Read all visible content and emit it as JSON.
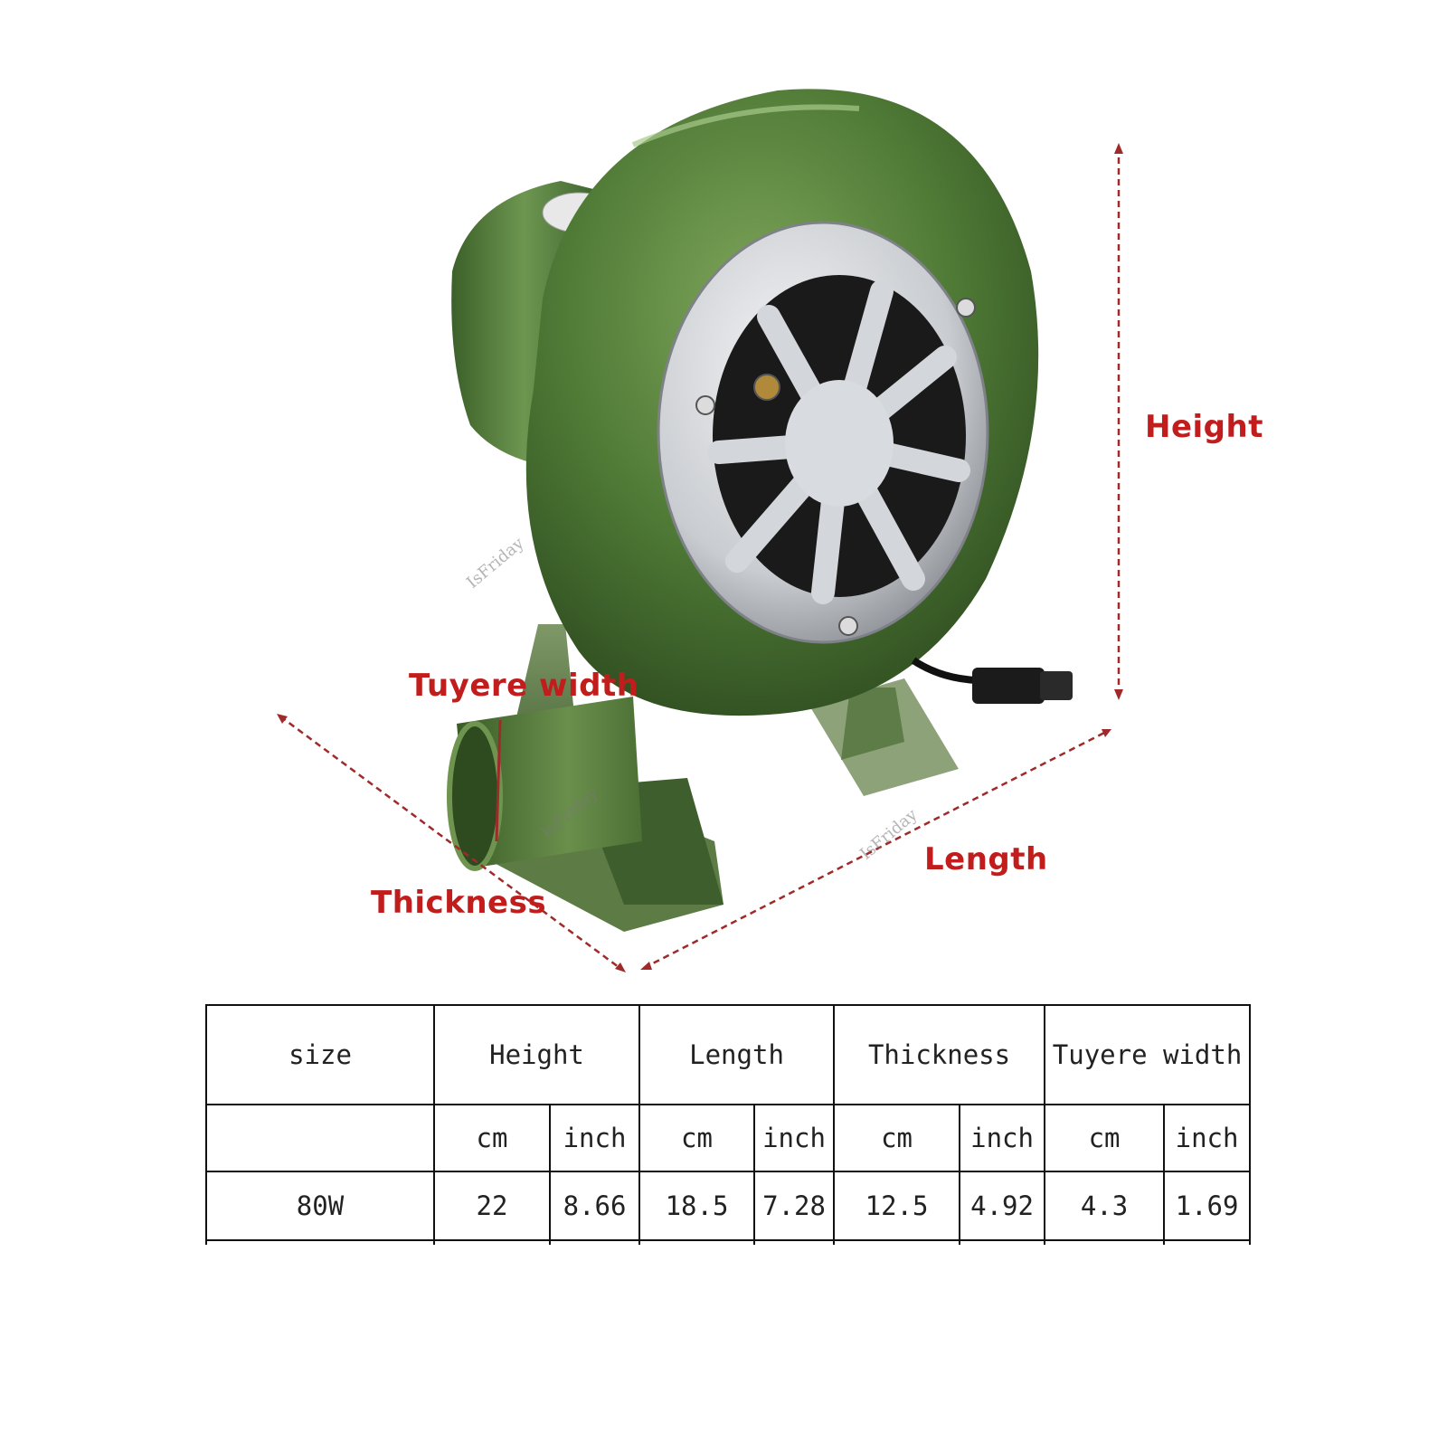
{
  "labels": {
    "height": "Height",
    "length": "Length",
    "thickness": "Thickness",
    "tuyere_width": "Tuyere width"
  },
  "watermark": "IsFriday",
  "colors": {
    "housing_green": "#4f7a36",
    "label_red": "#c21d1d",
    "faceplate_silver": "#c9ccd0"
  },
  "table": {
    "headers": [
      "size",
      "Height",
      "Length",
      "Thickness",
      "Tuyere width"
    ],
    "units": [
      "",
      "cm",
      "inch",
      "cm",
      "inch",
      "cm",
      "inch",
      "cm",
      "inch"
    ],
    "rows": [
      [
        "80W",
        "22",
        "8.66",
        "18.5",
        "7.28",
        "12.5",
        "4.92",
        "4.3",
        "1.69"
      ]
    ]
  }
}
